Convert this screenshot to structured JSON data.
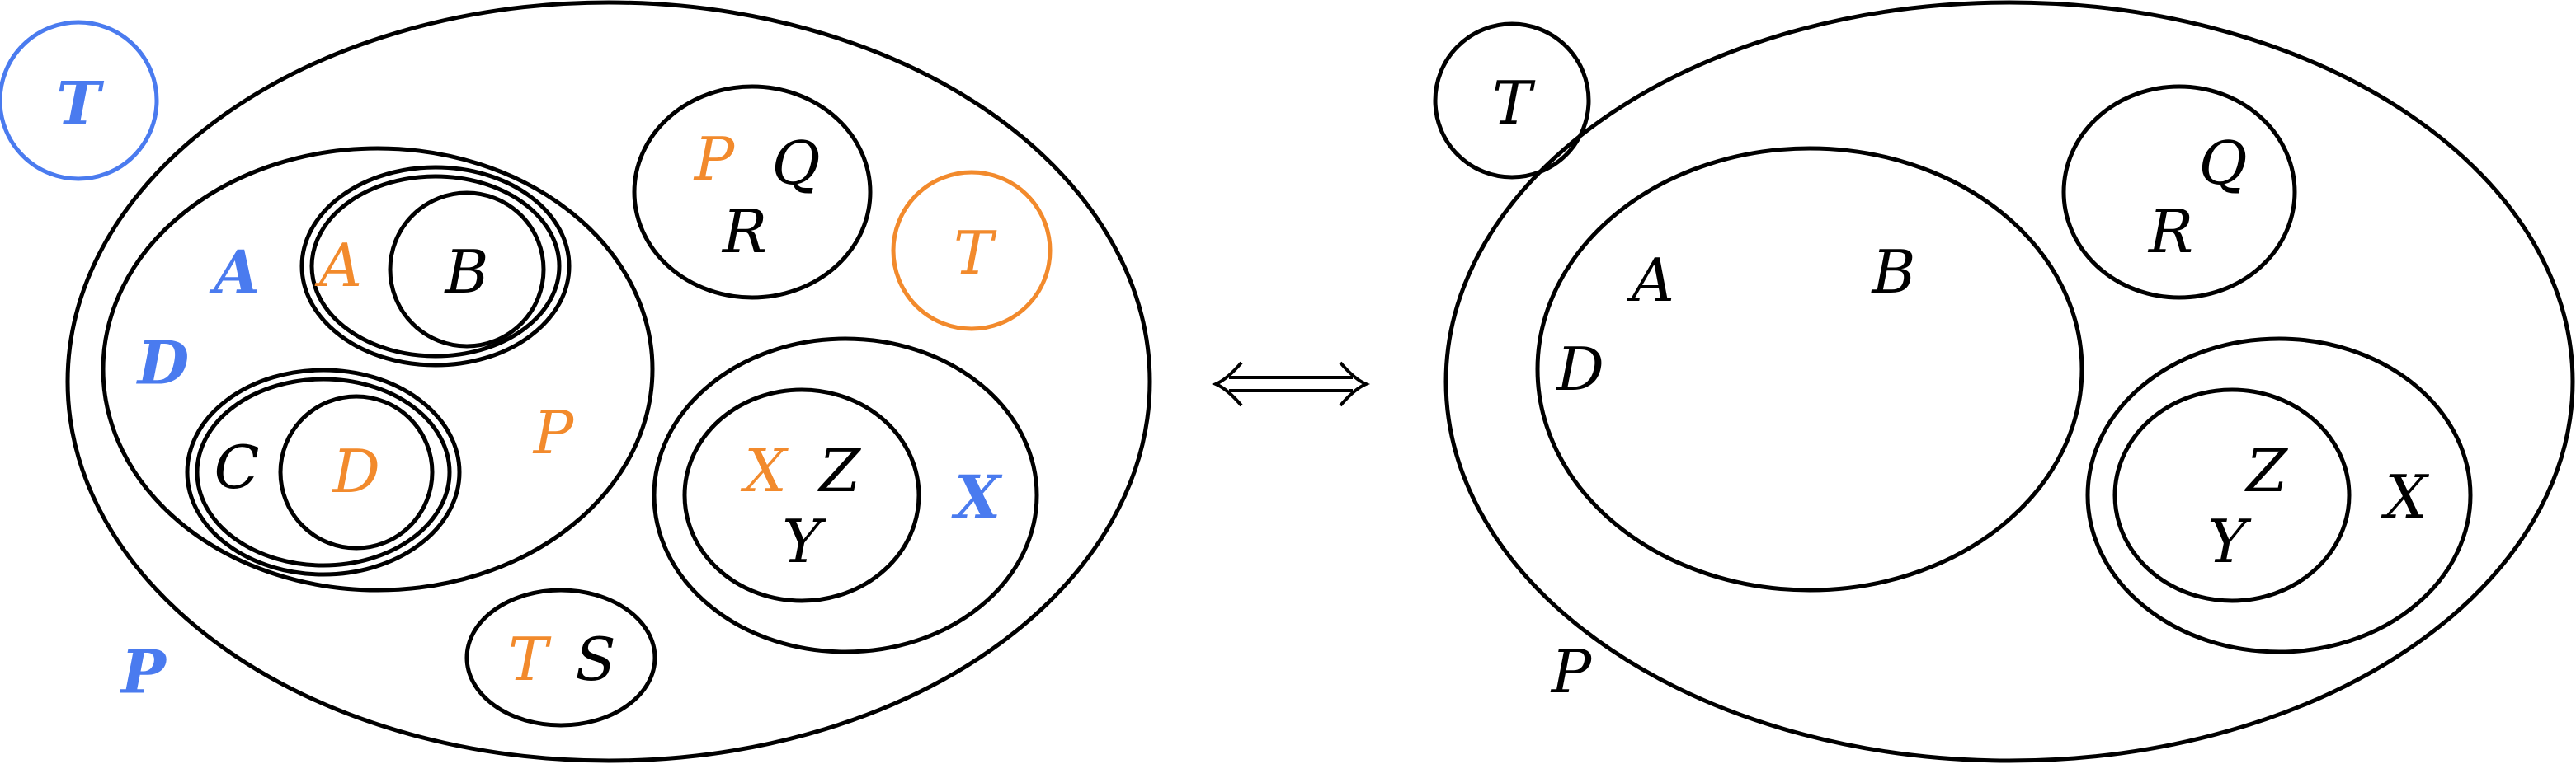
{
  "colors": {
    "black": "#000000",
    "blue": "#4a7bef",
    "orange": "#f28a2c"
  },
  "left_panel": {
    "labels": {
      "t_blue": "T",
      "a_blue": "A",
      "d_blue": "D",
      "p_blue": "P",
      "x_blue": "X",
      "a_orange": "A",
      "d_orange": "D",
      "p_orange_mid": "P",
      "p_orange_top": "P",
      "t_orange": "T",
      "t_orange_bottom": "T",
      "x_orange": "X",
      "b": "B",
      "c": "C",
      "q": "Q",
      "r": "R",
      "s": "S",
      "y": "Y",
      "z": "Z"
    }
  },
  "equivalence_symbol": "⟺",
  "right_panel": {
    "labels": {
      "t": "T",
      "a": "A",
      "b": "B",
      "d": "D",
      "p": "P",
      "q": "Q",
      "r": "R",
      "x": "X",
      "y": "Y",
      "z": "Z"
    }
  }
}
